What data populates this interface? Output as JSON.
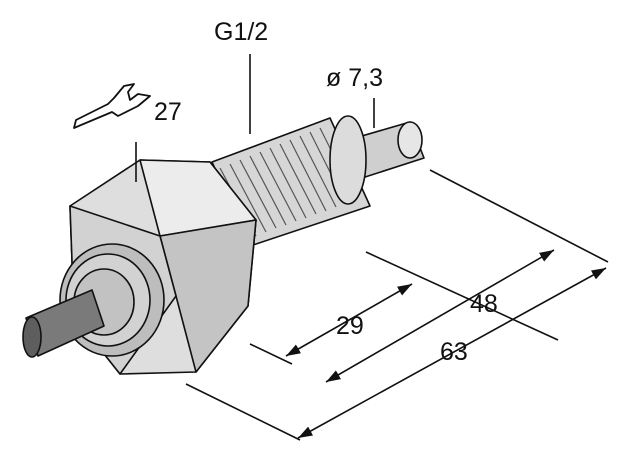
{
  "drawing": {
    "labels": {
      "thread": "G1/2",
      "probe_diameter": "ø 7,3",
      "wrench_size": "27",
      "dim_inner": "29",
      "dim_middle": "48",
      "dim_outer": "63"
    },
    "colors": {
      "line": "#111111",
      "body_light": "#e6e6e6",
      "body_mid": "#cfcfcf",
      "body_dark": "#a8a8a8",
      "cable": "#7a7a7a"
    },
    "icons": [
      "wrench-icon"
    ]
  }
}
